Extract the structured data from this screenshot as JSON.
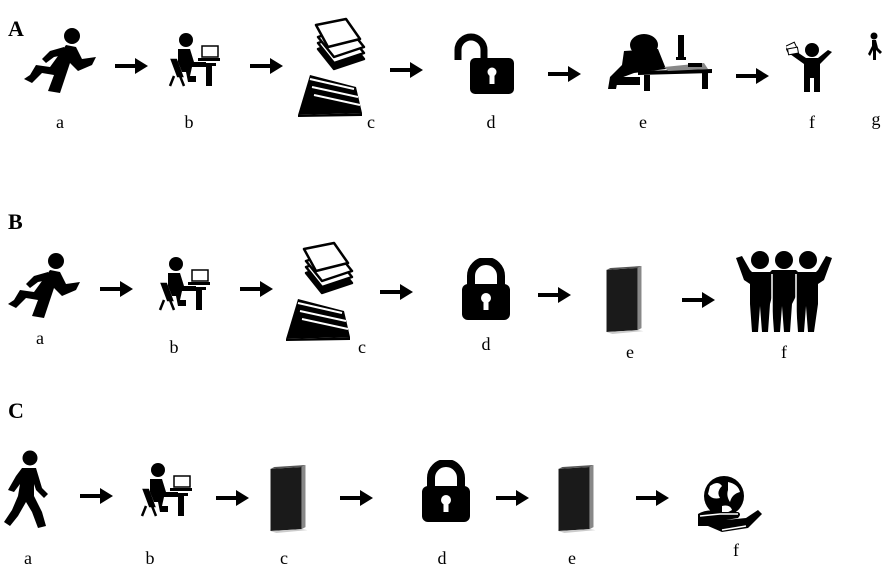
{
  "figure": {
    "rows": [
      {
        "label": "A",
        "steps": [
          {
            "letter": "a",
            "icon": "running-person-icon"
          },
          {
            "letter": "b",
            "icon": "person-at-computer-icon"
          },
          {
            "letter": "c",
            "icon": "stack-of-papers-icon"
          },
          {
            "letter": "d",
            "icon": "unlocked-padlock-icon"
          },
          {
            "letter": "e",
            "icon": "person-slumped-at-desk-icon"
          },
          {
            "letter": "f",
            "icon": "person-holding-money-icon"
          },
          {
            "letter": "g",
            "icon": "tiny-walking-person-icon"
          }
        ]
      },
      {
        "label": "B",
        "steps": [
          {
            "letter": "a",
            "icon": "running-person-icon"
          },
          {
            "letter": "b",
            "icon": "person-at-computer-icon"
          },
          {
            "letter": "c",
            "icon": "stack-of-papers-icon"
          },
          {
            "letter": "d",
            "icon": "locked-padlock-icon"
          },
          {
            "letter": "e",
            "icon": "closed-book-icon"
          },
          {
            "letter": "f",
            "icon": "group-of-people-icon"
          }
        ]
      },
      {
        "label": "C",
        "steps": [
          {
            "letter": "a",
            "icon": "walking-person-icon"
          },
          {
            "letter": "b",
            "icon": "person-at-computer-icon"
          },
          {
            "letter": "c",
            "icon": "closed-book-icon"
          },
          {
            "letter": "d",
            "icon": "locked-padlock-icon"
          },
          {
            "letter": "e",
            "icon": "closed-book-icon"
          },
          {
            "letter": "f",
            "icon": "globe-in-hand-icon"
          }
        ]
      }
    ]
  }
}
